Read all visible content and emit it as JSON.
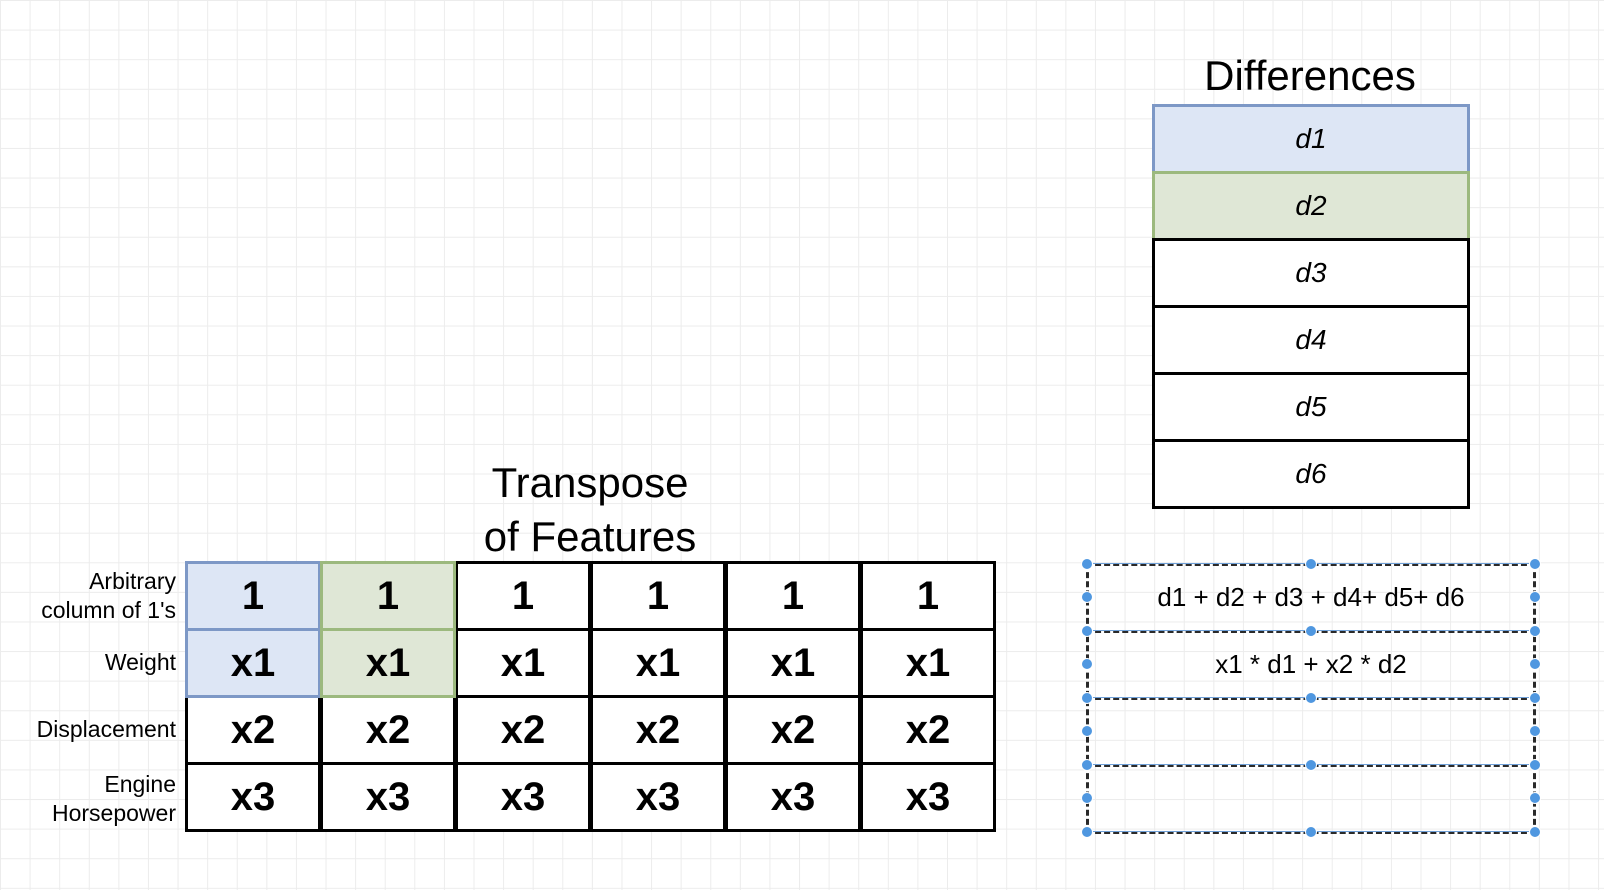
{
  "differences": {
    "title": "Differences",
    "items": [
      "d1",
      "d2",
      "d3",
      "d4",
      "d5",
      "d6"
    ]
  },
  "transpose": {
    "title_line1": "Transpose",
    "title_line2": "of Features",
    "row_labels": [
      [
        "Arbitrary",
        "column of 1's"
      ],
      [
        "Weight"
      ],
      [
        "Displacement"
      ],
      [
        "Engine",
        "Horsepower"
      ]
    ],
    "rows": [
      [
        "1",
        "1",
        "1",
        "1",
        "1",
        "1"
      ],
      [
        "x1",
        "x1",
        "x1",
        "x1",
        "x1",
        "x1"
      ],
      [
        "x2",
        "x2",
        "x2",
        "x2",
        "x2",
        "x2"
      ],
      [
        "x3",
        "x3",
        "x3",
        "x3",
        "x3",
        "x3"
      ]
    ]
  },
  "selection": {
    "rows": [
      "d1 + d2 + d3 + d4+ d5+ d6",
      "x1 * d1 + x2 * d2",
      "",
      ""
    ]
  },
  "colors": {
    "highlight_blue_fill": "#dde6f5",
    "highlight_blue_border": "#7d98c6",
    "highlight_green_fill": "#dfe7d6",
    "highlight_green_border": "#9cb97e",
    "selection_handle": "#4f97e0"
  }
}
